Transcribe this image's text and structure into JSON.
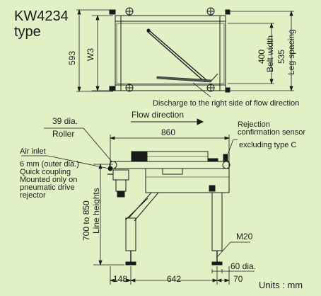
{
  "title": {
    "model": "KW4234",
    "suffix": "type"
  },
  "top_view": {
    "dim_593": "593",
    "dim_w3": "W3",
    "dim_400": "400",
    "belt_width_label": "Belt width",
    "dim_535": "535",
    "leg_spacing_label": "Leg spacing",
    "discharge_note": "Discharge to the right side of flow direction"
  },
  "side_view": {
    "flow_direction": "Flow direction",
    "dim_860": "860",
    "roller_dia": "39 dia.",
    "roller_label": "Roller",
    "rejection_sensor_line1": "Rejection",
    "rejection_sensor_line2": "confirmation sensor",
    "excluding_note": "excluding type C",
    "air_inlet": "Air inlet",
    "coupling_line1": "6 mm (outer dia.)",
    "coupling_line2": "Quick coupling",
    "coupling_line3": "Mounted only on",
    "coupling_line4": "pneumatic drive",
    "coupling_line5": "rejector",
    "line_height_range": "700 to 850",
    "line_heights_label": "Line heights",
    "bolt_size": "M20",
    "foot_dia": "60 dia.",
    "dim_148": "148",
    "dim_642": "642",
    "dim_70": "70"
  },
  "units_label": "Units : mm",
  "colors": {
    "background": "#e2f0c6",
    "line": "#1a1a1a"
  }
}
